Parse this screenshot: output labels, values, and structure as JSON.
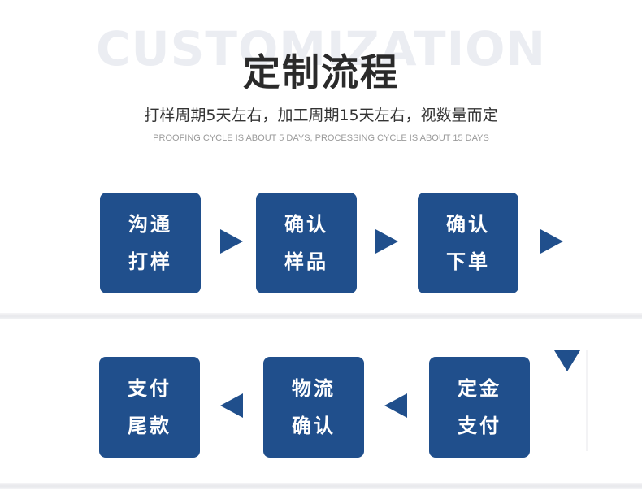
{
  "header": {
    "watermark": "CUSTOMIZATION",
    "title": "定制流程",
    "subtitle": "打样周期5天左右，加工周期15天左右，视数量而定",
    "subtitle_en": "PROOFING CYCLE IS ABOUT 5 DAYS, PROCESSING CYCLE IS ABOUT 15 DAYS"
  },
  "steps": [
    {
      "line1": "沟通",
      "line2": "打样"
    },
    {
      "line1": "确认",
      "line2": "样品"
    },
    {
      "line1": "确认",
      "line2": "下单"
    },
    {
      "line1": "定金",
      "line2": "支付"
    },
    {
      "line1": "物流",
      "line2": "确认"
    },
    {
      "line1": "支付",
      "line2": "尾款"
    }
  ],
  "colors": {
    "accent": "#204f8c",
    "title": "#2a2a2a",
    "watermark": "#ebedf2",
    "subtitle_en": "#9a9a9a"
  },
  "icons": {
    "arrow_right": "triangle-right-icon",
    "arrow_left": "triangle-left-icon",
    "arrow_down": "triangle-down-icon"
  }
}
